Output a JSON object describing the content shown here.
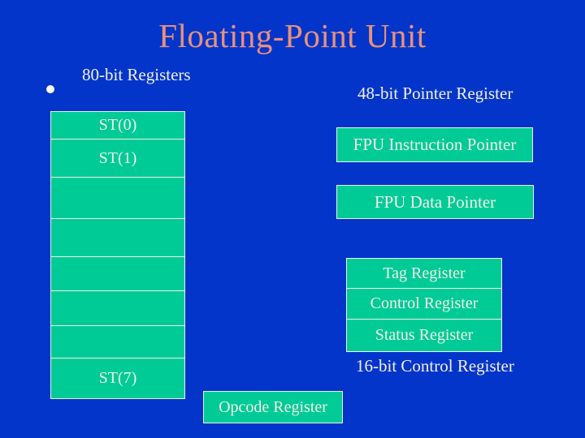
{
  "title": "Floating-Point Unit",
  "labels": {
    "registers_80bit": "80-bit Registers",
    "pointer_48bit": "48-bit Pointer Register",
    "control_16bit": "16-bit Control Register"
  },
  "stack": {
    "cells": [
      {
        "label": "ST(0)"
      },
      {
        "label": "ST(1)"
      },
      {
        "label": ""
      },
      {
        "label": ""
      },
      {
        "label": ""
      },
      {
        "label": ""
      },
      {
        "label": ""
      },
      {
        "label": "ST(7)"
      }
    ]
  },
  "boxes": {
    "fpu_instruction_pointer": "FPU Instruction Pointer",
    "fpu_data_pointer": "FPU Data Pointer",
    "tag_register": "Tag Register",
    "control_register": "Control Register",
    "status_register": "Status Register",
    "opcode_register": "Opcode Register"
  },
  "colors": {
    "background": "#0435CB",
    "title_text": "#E8917B",
    "register_fill": "#00CB97",
    "register_border": "#EFEEE4",
    "light_text": "#F2F0E6",
    "bullet": "#FFFFFF"
  }
}
